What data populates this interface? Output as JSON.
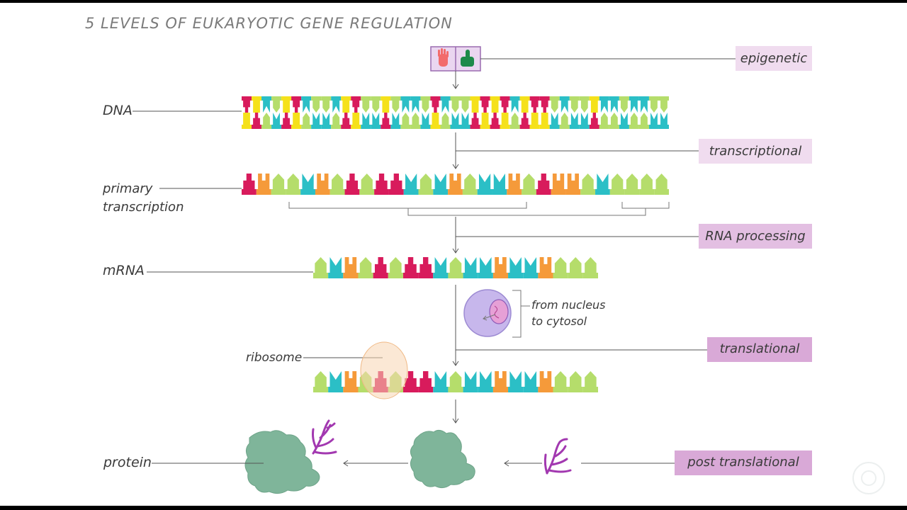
{
  "title": "5 LEVELS OF EUKARYOTIC GENE REGULATION",
  "molecule_labels": {
    "dna": "DNA",
    "primary_1": "primary",
    "primary_2": "transcription",
    "mrna": "mRNA",
    "ribosome": "ribosome",
    "protein": "protein"
  },
  "levels": {
    "epigenetic": "epigenetic",
    "transcriptional": "transcriptional",
    "rna_processing": "RNA processing",
    "translational": "translational",
    "post_translational": "post translational"
  },
  "nucleus_note": {
    "line1": "from nucleus",
    "line2": "to cytosol"
  },
  "colors": {
    "magenta": "#d81b5c",
    "yellow": "#f5e11b",
    "cyan": "#2bbfc6",
    "green": "#b5dd6b",
    "orange": "#f59a3a",
    "level_box_light": "#f0dcef",
    "level_box_mid": "#e3bfe2",
    "level_box_dark": "#d9a9d7",
    "protein": "#7fb59a",
    "sugar_chain": "#a238b0",
    "nucleus": "#c7b7ec",
    "ribosome": "#f8d6b2"
  },
  "sequences": {
    "dna_top": [
      "m",
      "y",
      "c",
      "g",
      "y",
      "m",
      "c",
      "g",
      "g",
      "c",
      "y",
      "m",
      "g",
      "g",
      "y",
      "g",
      "c",
      "c",
      "g",
      "m",
      "c",
      "g",
      "g",
      "y",
      "m",
      "y",
      "m",
      "c",
      "y",
      "m",
      "m",
      "g",
      "c",
      "g",
      "g",
      "y",
      "c",
      "c",
      "g",
      "c",
      "c",
      "g",
      "g"
    ],
    "primary": [
      "m",
      "o",
      "g",
      "g",
      "c",
      "o",
      "g",
      "m",
      "g",
      "m",
      "m",
      "c",
      "g",
      "c",
      "o",
      "g",
      "c",
      "c",
      "o",
      "g",
      "m",
      "o",
      "o",
      "g",
      "c",
      "g",
      "g",
      "g",
      "g"
    ],
    "mrna": [
      "g",
      "c",
      "o",
      "g",
      "m",
      "g",
      "m",
      "m",
      "c",
      "g",
      "c",
      "c",
      "o",
      "c",
      "c",
      "o",
      "g",
      "g",
      "g"
    ],
    "translation": [
      "g",
      "c",
      "o",
      "g",
      "m",
      "g",
      "m",
      "m",
      "c",
      "g",
      "c",
      "c",
      "o",
      "c",
      "c",
      "o",
      "g",
      "g",
      "g"
    ]
  }
}
